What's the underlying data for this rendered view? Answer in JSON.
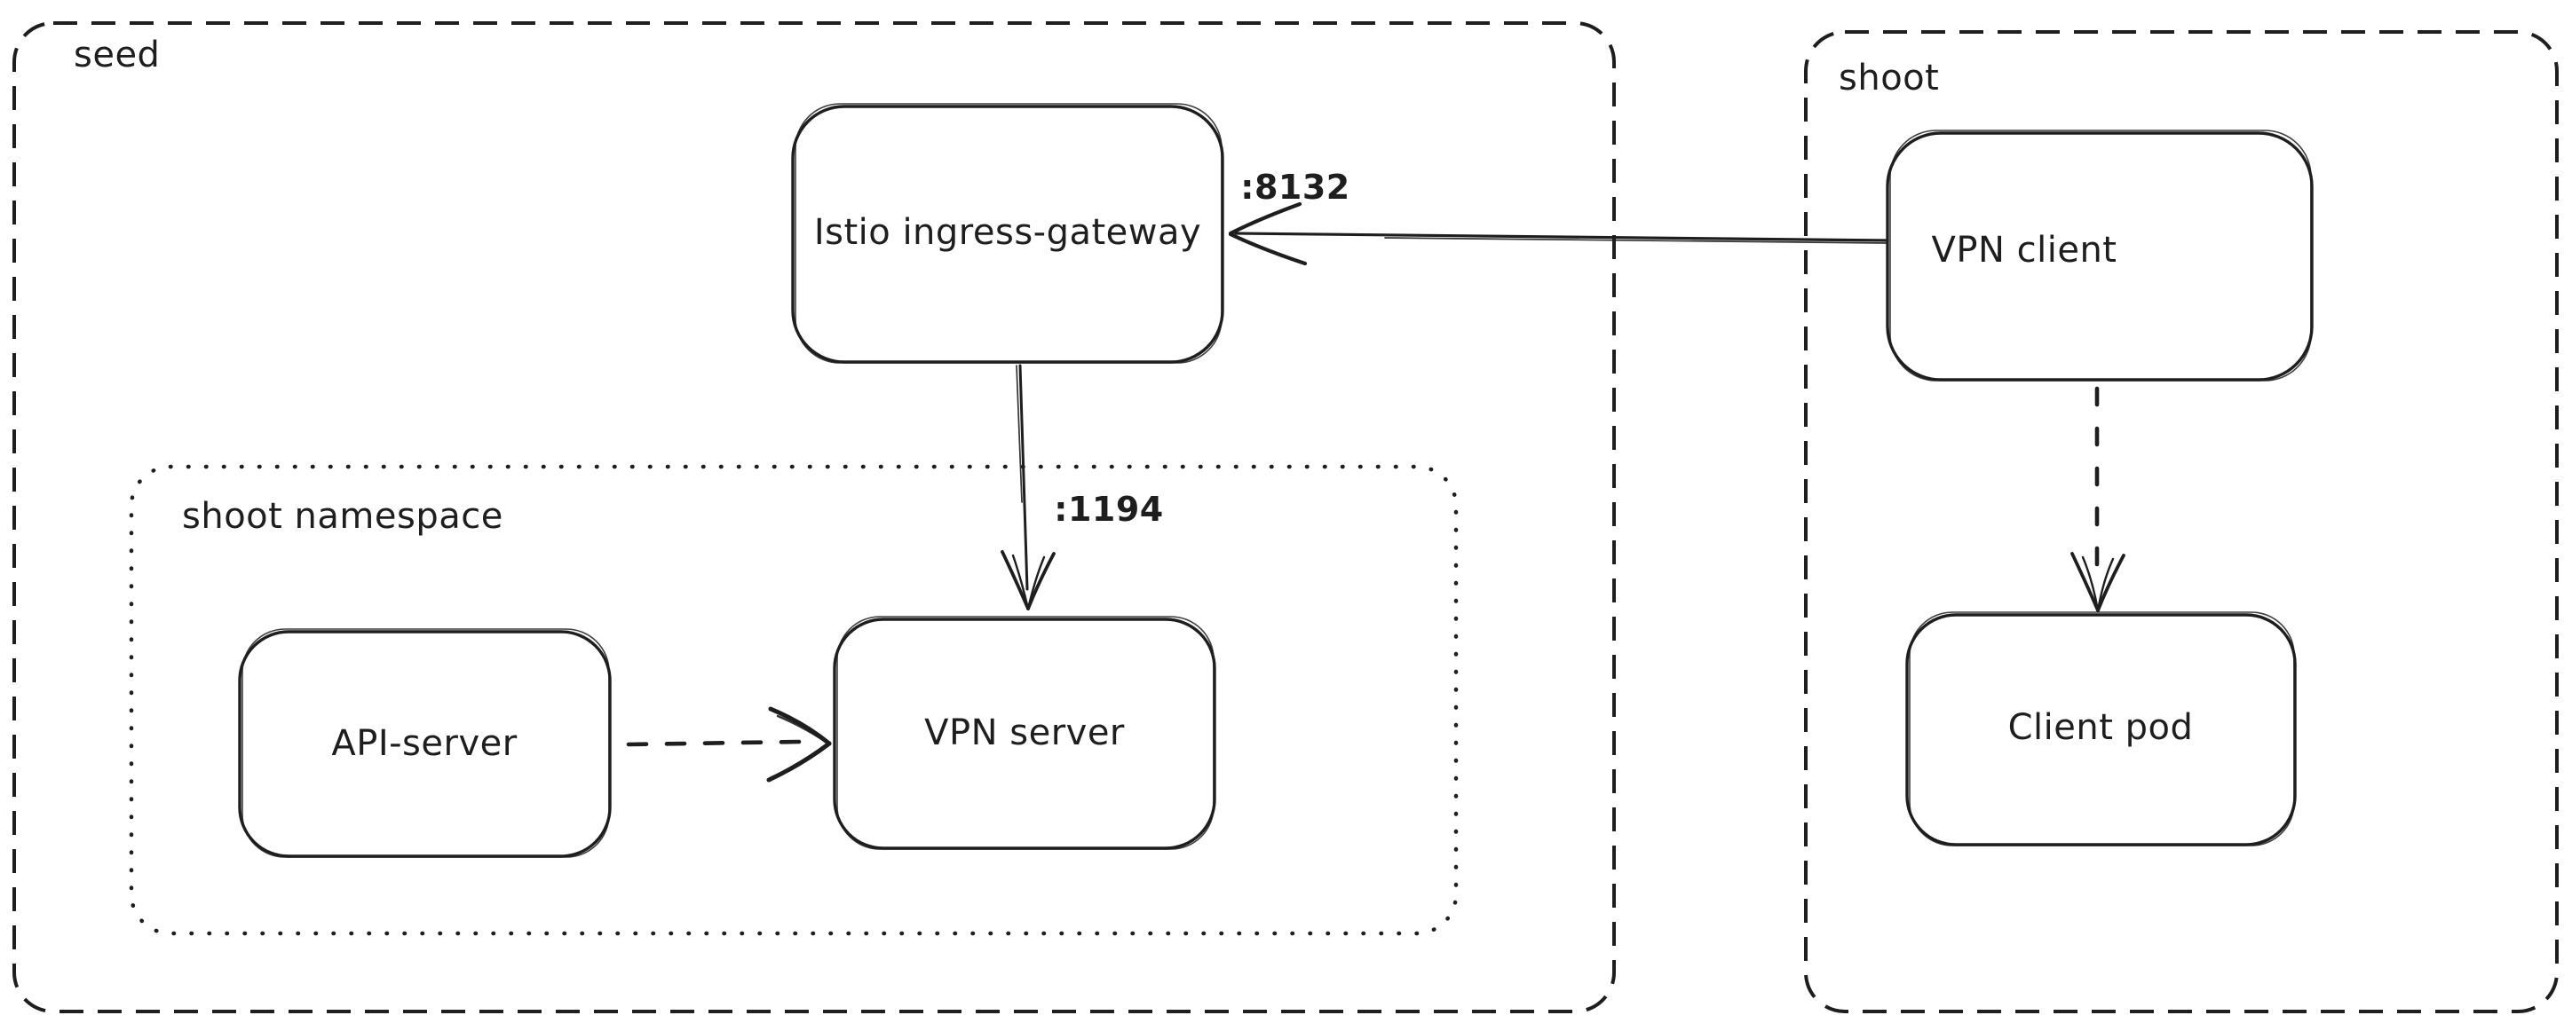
{
  "canvas": {
    "background": "#ffffff",
    "stroke_color": "#1e1e1e"
  },
  "containers": [
    {
      "id": "seed",
      "label": "seed",
      "border_style": "dashed"
    },
    {
      "id": "shoot",
      "label": "shoot",
      "border_style": "dashed"
    },
    {
      "id": "shoot-namespace",
      "label": "shoot namespace",
      "border_style": "dotted"
    }
  ],
  "nodes": [
    {
      "id": "istio-ingress-gateway",
      "label": "Istio ingress-gateway"
    },
    {
      "id": "api-server",
      "label": "API-server"
    },
    {
      "id": "vpn-server",
      "label": "VPN server"
    },
    {
      "id": "vpn-client",
      "label": "VPN client"
    },
    {
      "id": "client-pod",
      "label": "Client pod"
    }
  ],
  "edges": [
    {
      "id": "vpn-client-to-istio",
      "from": "VPN client",
      "to": "Istio ingress-gateway",
      "label": ":8132",
      "style": "solid"
    },
    {
      "id": "istio-to-vpn-server",
      "from": "Istio ingress-gateway",
      "to": "VPN server",
      "label": ":1194",
      "style": "solid"
    },
    {
      "id": "api-server-to-vpn-server",
      "from": "API-server",
      "to": "VPN server",
      "label": "",
      "style": "dashed"
    },
    {
      "id": "vpn-client-to-client-pod",
      "from": "VPN client",
      "to": "Client pod",
      "label": "",
      "style": "dashed"
    }
  ]
}
